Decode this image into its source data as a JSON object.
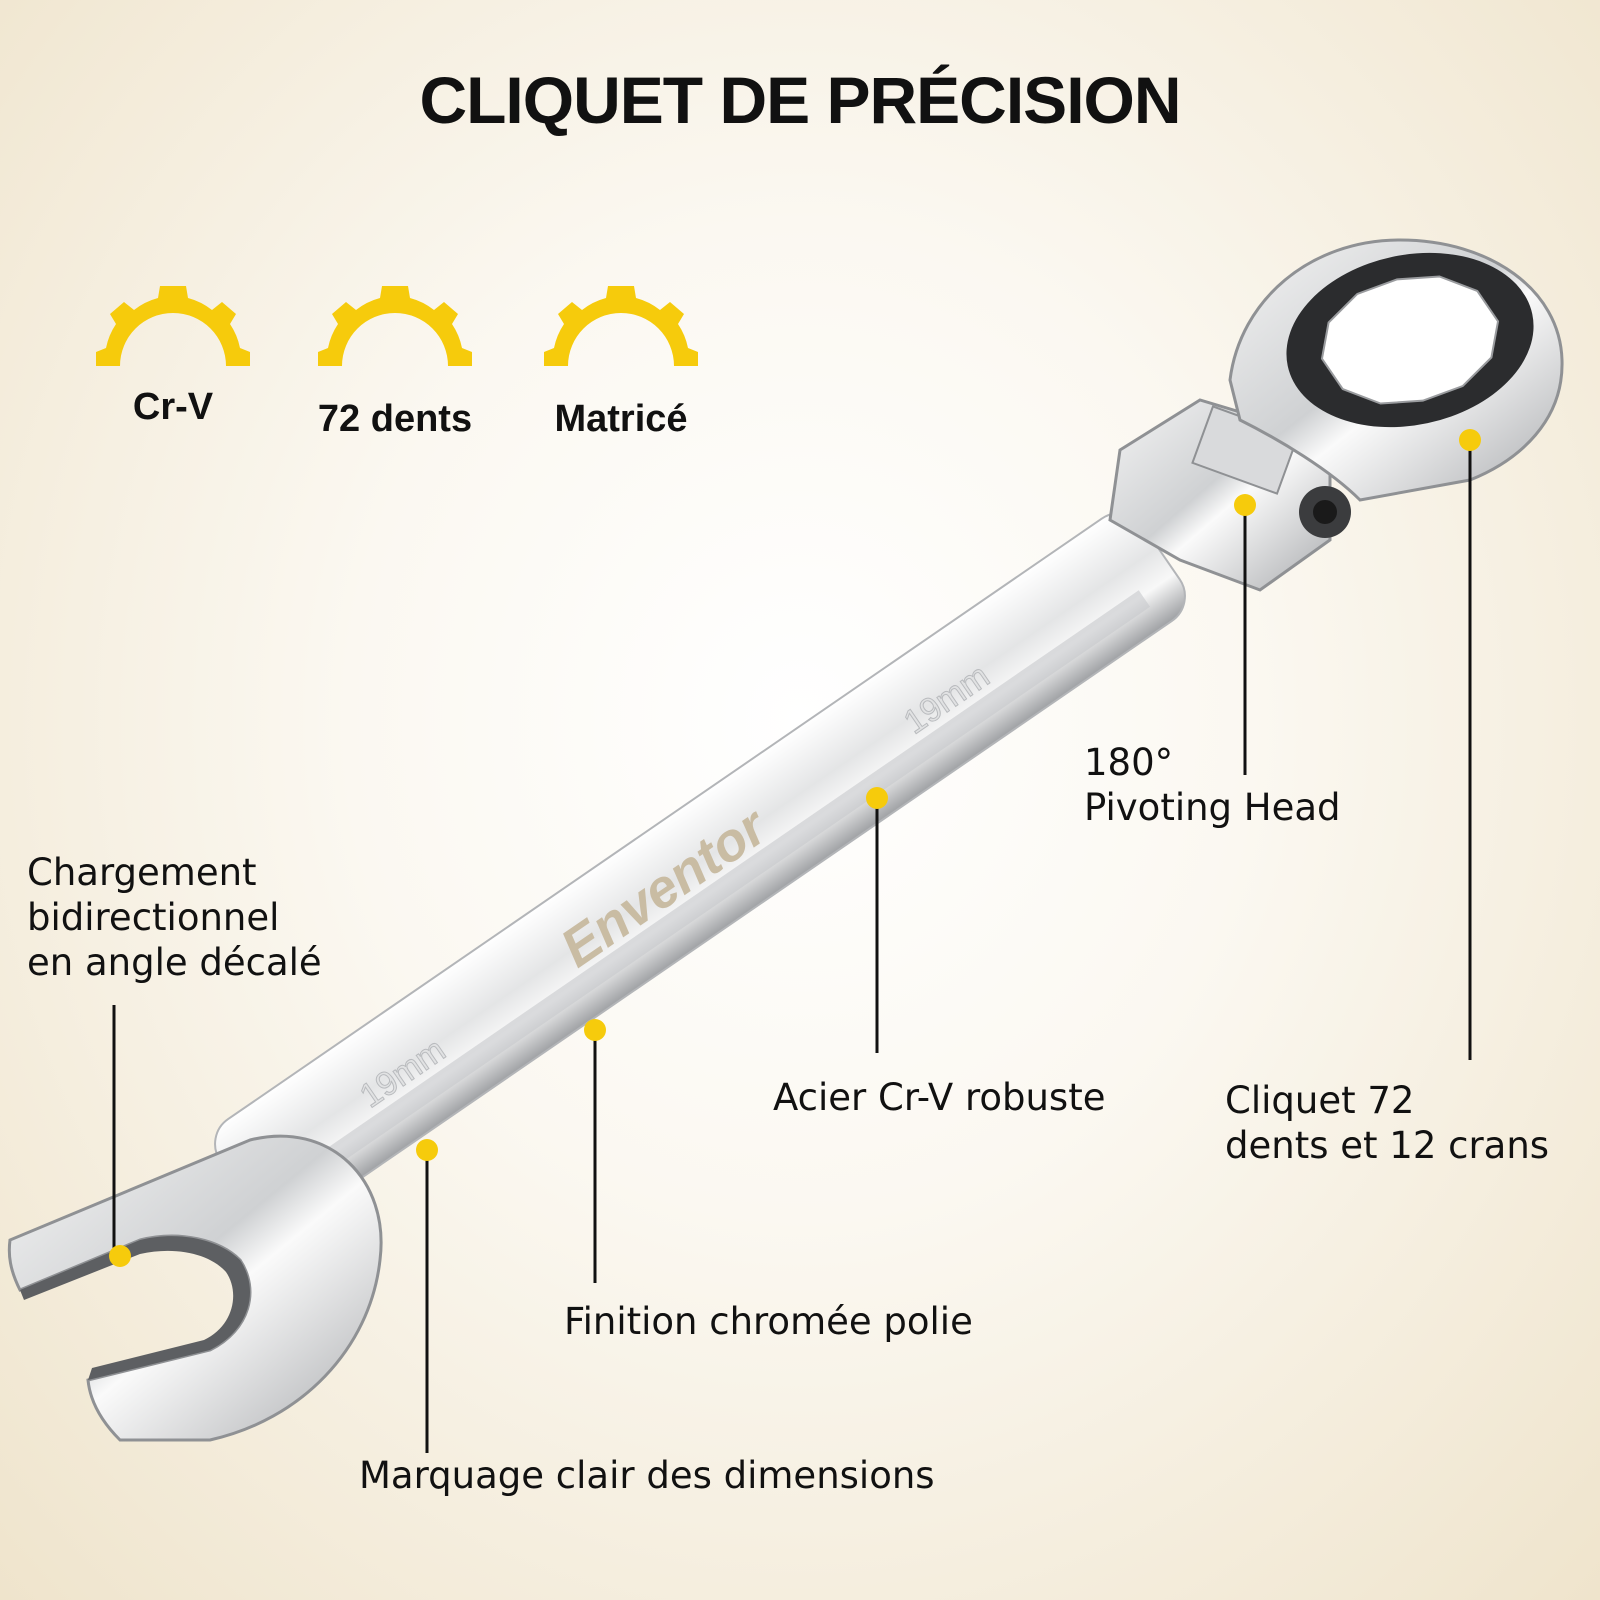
{
  "title": "CLIQUET DE PRÉCISION",
  "badges": [
    {
      "label": "Cr-V",
      "icon": "gear-half-icon"
    },
    {
      "label": "72 dents",
      "icon": "gear-half-icon"
    },
    {
      "label": "Matricé",
      "icon": "gear-half-icon"
    }
  ],
  "callouts": {
    "offset": [
      "Chargement",
      "bidirectionnel",
      "en angle décalé"
    ],
    "pivot": [
      "180°",
      "Pivoting Head"
    ],
    "steel": "Acier Cr-V robuste",
    "ratchet": [
      "Cliquet 72",
      "dents et 12 crans"
    ],
    "finish": "Finition chromée polie",
    "marking": "Marquage clair des dimensions"
  },
  "wrench": {
    "brand": "Enventor",
    "size_mark": "19mm"
  },
  "colors": {
    "accent": "#f6cb0c",
    "text": "#111111",
    "brand_text": "#c9bca3"
  }
}
